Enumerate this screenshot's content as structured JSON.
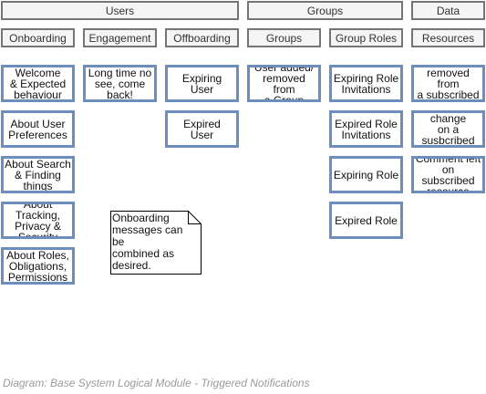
{
  "headers": {
    "users": "Users",
    "groups": "Groups",
    "data": "Data"
  },
  "categories": {
    "onboarding": "Onboarding",
    "engagement": "Engagement",
    "offboarding": "Offboarding",
    "groups": "Groups",
    "group_roles": "Group Roles",
    "resources": "Resources"
  },
  "items": {
    "onboarding": [
      "Welcome\n& Expected\nbehaviour",
      "About User\nPreferences",
      "About Search\n& Finding\nthings",
      "About\nTracking,\nPrivacy &\nSecurity",
      "About Roles,\nObligations,\nPermissions"
    ],
    "engagement": [
      "Long time no\nsee, come\nback!"
    ],
    "offboarding": [
      "Expiring\nUser",
      "Expired\nUser"
    ],
    "groups": [
      "User added/\nremoved from\na Group"
    ],
    "group_roles": [
      "Expiring Role\nInvitations",
      "Expired Role\nInvitations",
      "Expiring Role",
      "Expired Role"
    ],
    "resources": [
      "User added/\nremoved from\na subscribed\nResource",
      "Status change\non a\nsusbcribed\nResource",
      "Comment left\non subscribed\nresource"
    ]
  },
  "note": "Onboarding\nmessages can be\ncombined as\ndesired.",
  "caption": "Diagram: Base System Logical Module - Triggered Notifications"
}
